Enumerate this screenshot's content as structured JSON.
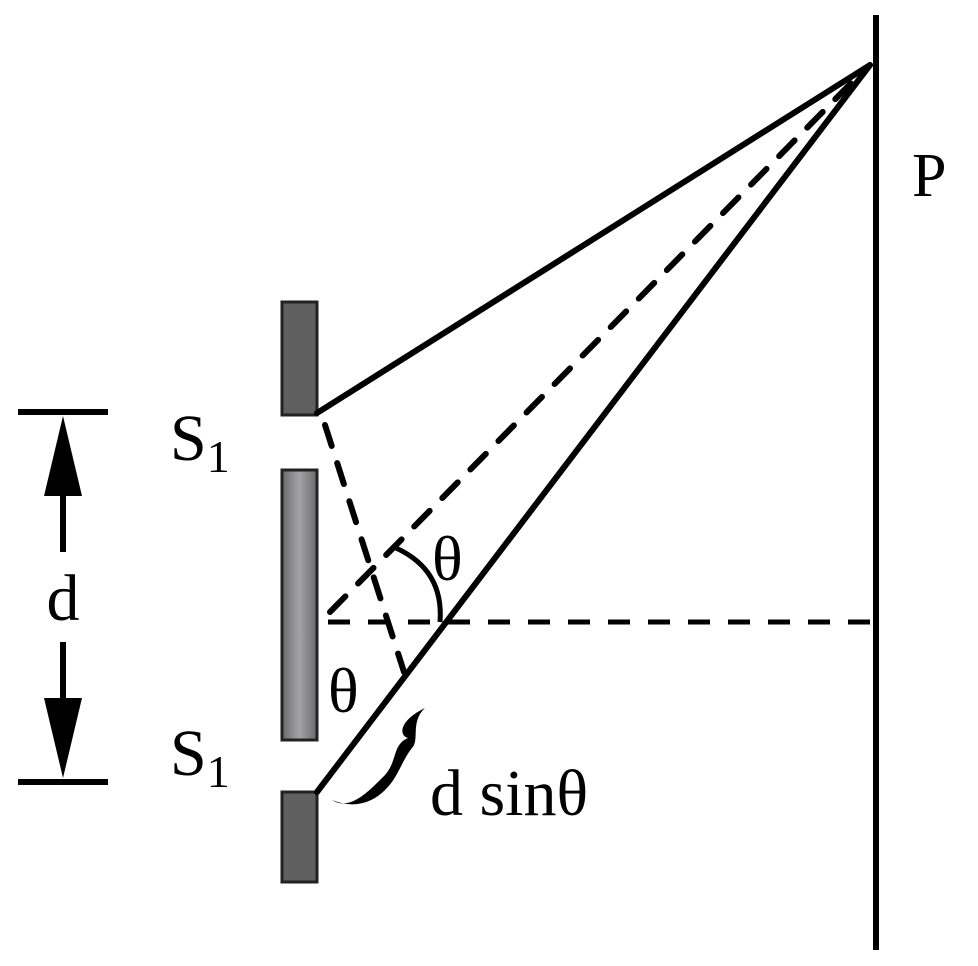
{
  "labels": {
    "screen_point": "P",
    "slit_top": "S",
    "slit_top_sub": "1",
    "slit_bottom": "S",
    "slit_bottom_sub": "1",
    "separation": "d",
    "angle_upper": "θ",
    "angle_lower": "θ",
    "path_difference": "d sinθ"
  },
  "colors": {
    "line": "#000000",
    "barrier_dark": "#5e5e5e",
    "barrier_light": "#a0a0a4"
  }
}
